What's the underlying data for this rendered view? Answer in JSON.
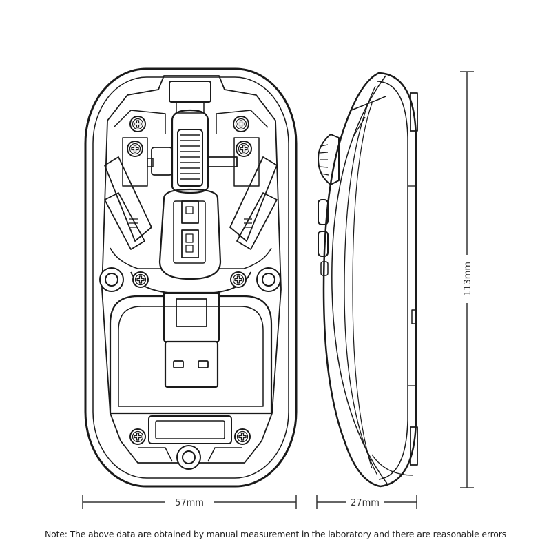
{
  "dimensions": {
    "width_label": "57mm",
    "depth_label": "27mm",
    "length_label": "113mm"
  },
  "note": "Note: The above data are obtained by manual measurement in the laboratory and there are reasonable errors",
  "colors": {
    "line": "#1a1a1a",
    "dimension": "#333333",
    "background": "#ffffff"
  },
  "icons": {
    "screw": "screw-head-icon",
    "usb": "usb-receiver-icon"
  }
}
